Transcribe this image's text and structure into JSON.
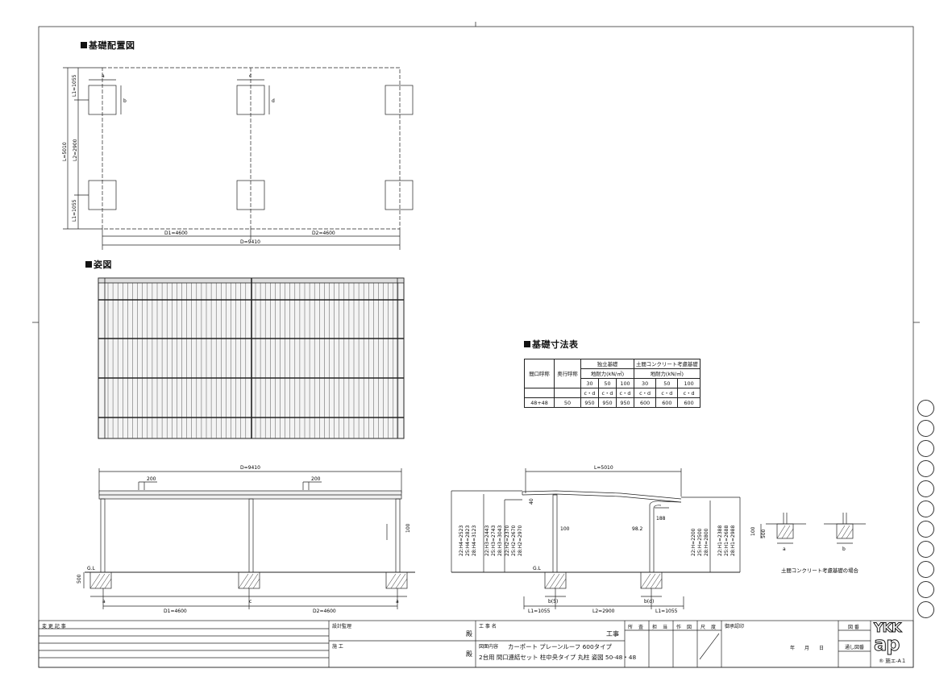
{
  "sections": {
    "layout_title": "基礎配置図",
    "view_title": "姿図",
    "table_title": "基礎寸法表"
  },
  "plan": {
    "L1_top": "L1=1055",
    "L": "L=5010",
    "L2": "L2=2900",
    "L1_bottom": "L1=1055",
    "D1": "D1=4600",
    "D2": "D2=4600",
    "D": "D=9410",
    "a": "a",
    "b": "b",
    "c": "c",
    "d": "d"
  },
  "front": {
    "D": "D=9410",
    "dim_200_left": "200",
    "dim_200_right": "200",
    "dim_100": "100",
    "gl": "G.L",
    "dim_500": "500",
    "D1": "D1=4600",
    "D2": "D2=4600",
    "a_left": "a",
    "c_mid": "c",
    "a_right": "a"
  },
  "side": {
    "L": "L=5010",
    "dim_40": "40",
    "dim_100": "100",
    "dim_982": "98.2",
    "dim_188": "188",
    "gl": "G.L",
    "H4": [
      "22:H4=2523",
      "25:H4=2823",
      "28:H4=3123"
    ],
    "H3": [
      "22:H3=2443",
      "25:H3=2743",
      "28:H3=3043"
    ],
    "H2": [
      "22:H2=2370",
      "25:H2=2670",
      "28:H2=2970"
    ],
    "H": [
      "22:H=2200",
      "25:H=2500",
      "28:H=2800"
    ],
    "H1": [
      "22:H1=2388",
      "25:H1=2688",
      "28:H1=2988"
    ],
    "b5": "b(5)",
    "bd": "b(d)",
    "L1_left": "L1=1055",
    "L2": "L2=2900",
    "L1_right": "L1=1055"
  },
  "detail": {
    "dim_100": "100",
    "dim_500": "500",
    "a": "a",
    "b": "b",
    "caption": "土間コンクリート考慮基礎の場合"
  },
  "table": {
    "h_opening": "間口呼称",
    "h_depth": "奥行呼称",
    "h_independent": "独立基礎",
    "h_slab": "土間コンクリート考慮基礎",
    "h_wind1": "地耐力(kN/㎡)",
    "h_wind2": "地耐力(kN/㎡)",
    "loads": [
      "30",
      "50",
      "100",
      "30",
      "50",
      "100"
    ],
    "cd": [
      "c・d",
      "c・d",
      "c・d",
      "c・d",
      "c・d",
      "c・d"
    ],
    "row": {
      "opening": "48+48",
      "depth": "50",
      "values": [
        "950",
        "950",
        "950",
        "600",
        "600",
        "600"
      ]
    }
  },
  "titleblock": {
    "change_record": "変 更 記 事",
    "design_supervision": "設計監理",
    "construction": "施 工",
    "dono1": "殿",
    "dono2": "殿",
    "project_label": "工 事 名",
    "project_suffix": "工事",
    "contents_label": "図面内容",
    "title_line1": "カーポート プレーンルーフ 600タイプ",
    "title_line2": "2台用 間口連結セット 柱中央タイプ 丸柱 姿図 50-48・48",
    "cols": [
      "所",
      "査",
      "担",
      "当",
      "作",
      "図",
      "尺",
      "度"
    ],
    "approval": "御承認印",
    "date": "年　　月　　日",
    "drawing_no_label": "図 番",
    "serial_label": "通し図番",
    "logo": "YKK ap",
    "sheet_id": "® 施エ-A１"
  },
  "colors": {
    "line": "#222222",
    "roof_fill": "#f2f2f2"
  }
}
